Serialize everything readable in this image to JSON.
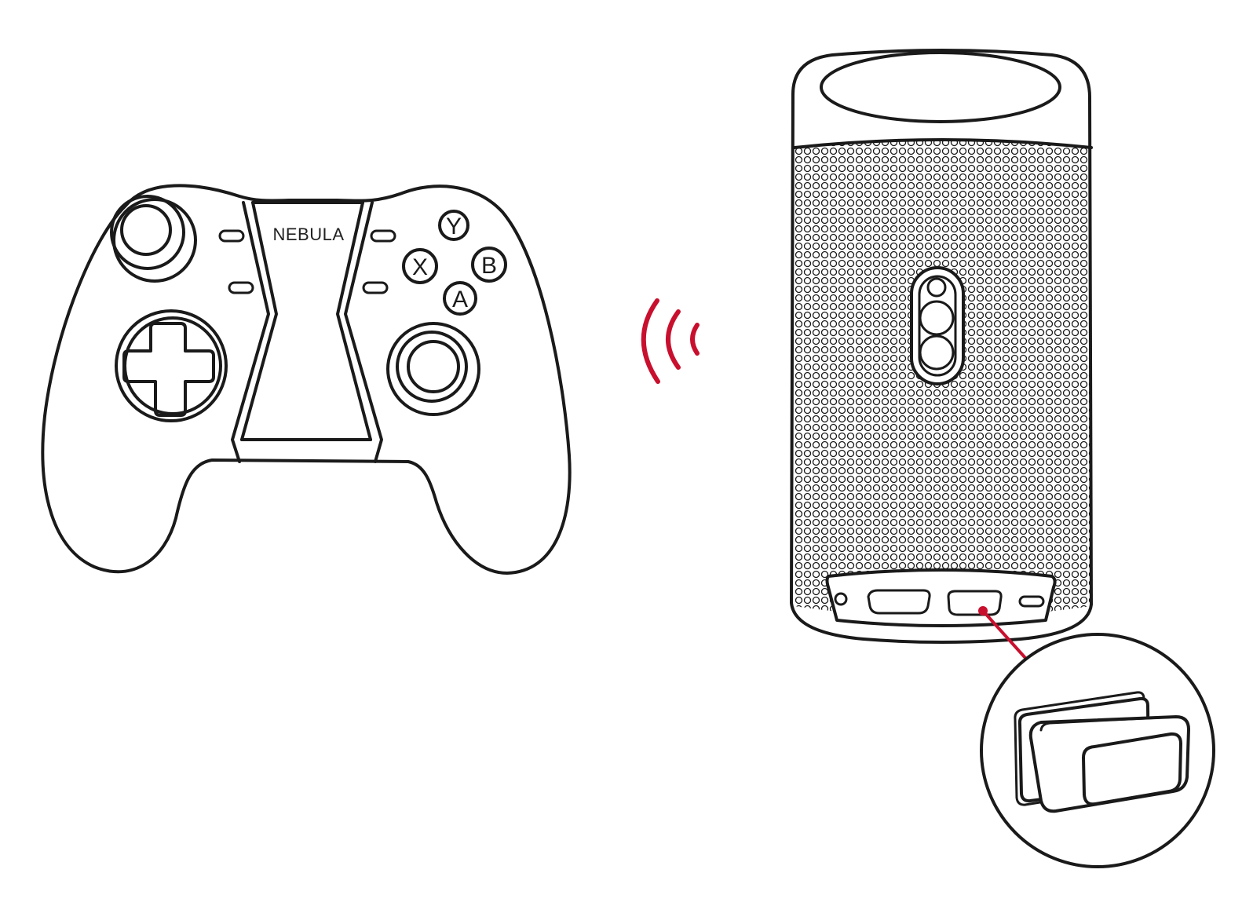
{
  "controller": {
    "brand": "NEBULA",
    "buttons": {
      "y": "Y",
      "x": "X",
      "b": "B",
      "a": "A"
    }
  },
  "colors": {
    "outline": "#1a1a1a",
    "signal": "#c8102e",
    "background": "#ffffff"
  },
  "icons": {
    "controller": "gamepad-icon",
    "signal": "wireless-signal-icon",
    "projector": "portable-projector-icon",
    "dongle": "usb-dongle-icon"
  }
}
